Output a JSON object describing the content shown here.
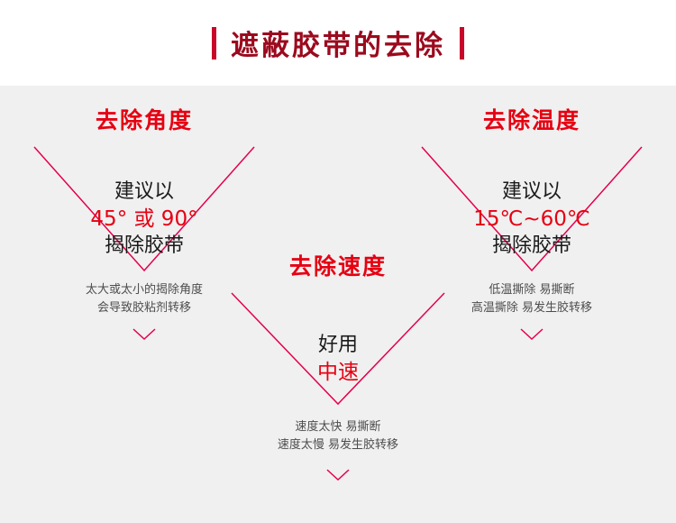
{
  "colors": {
    "bg": "#f0f0f0",
    "header_bg": "#ffffff",
    "title_red": "#9b0a1e",
    "bar_red": "#c9052a",
    "accent_red": "#e60012",
    "funnel_line": "#e4004c",
    "text_dark": "#1a1a1a",
    "note_gray": "#4d4d4d"
  },
  "header": {
    "title": "遮蔽胶带的去除"
  },
  "funnels": {
    "angle": {
      "title": "去除角度",
      "line1": "建议以",
      "line2": "45° 或 90°",
      "line3": "揭除胶带",
      "note1": "太大或太小的揭除角度",
      "note2": "会导致胶粘剂转移"
    },
    "speed": {
      "title": "去除速度",
      "line1": "好用",
      "line2": "中速",
      "note1": "速度太快 易撕断",
      "note2": "速度太慢 易发生胶转移"
    },
    "temperature": {
      "title": "去除温度",
      "line1": "建议以",
      "line2": "15℃~60℃",
      "line3": "揭除胶带",
      "note1": "低温撕除 易撕断",
      "note2": "高温撕除 易发生胶转移"
    }
  },
  "icons": {
    "funnel": "inverted-triangle-outline",
    "chevron": "chevron-down"
  }
}
